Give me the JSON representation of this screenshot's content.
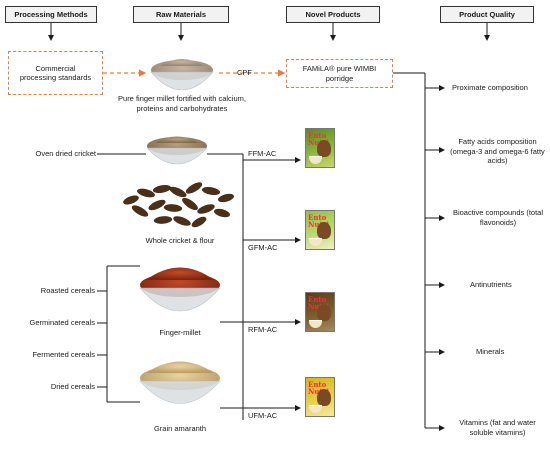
{
  "headers": {
    "processing_methods": "Processing Methods",
    "raw_materials": "Raw Materials",
    "novel_products": "Novel Products",
    "product_quality": "Product Quality"
  },
  "processing": {
    "commercial": "Commercial processing standards",
    "methods": [
      "Roasted cereals",
      "Germinated cereals",
      "Fermented cereals",
      "Dried cereals"
    ]
  },
  "raw_materials": {
    "pure_millet": "Pure finger millet fortified with calcium, proteins and carbohydrates",
    "oven_cricket": "Oven dried cricket",
    "whole_cricket": "Whole cricket & flour",
    "finger_millet": "Finger-millet",
    "grain_amaranth": "Grain amaranth"
  },
  "products": {
    "cpf_label": "CPF",
    "famila_porridge": "FAMiLA® pure WIMBI porridge",
    "codes": [
      "FFM-AC",
      "GFM-AC",
      "RFM-AC",
      "UFM-AC"
    ],
    "package_brand": "Ento Nutri"
  },
  "quality": [
    "Proximate composition",
    "Fatty acids composition (omega-3 and omega-6 fatty acids)",
    "Bioactive compounds (total flavonoids)",
    "Antinutrients",
    "Minerals",
    "Vitamins (fat and water soluble vitamins)"
  ],
  "colors": {
    "arrow": "#1a1a1a",
    "dashed_orange": "#e87c3e",
    "header_fill": "#f2f2f2",
    "millet_flour": "#b3a48e",
    "cricket_flour": "#a08a6c",
    "finger_millet_grain": "#a83a1e",
    "amaranth_grain": "#d8c08a",
    "cricket_body": "#4a3018"
  }
}
